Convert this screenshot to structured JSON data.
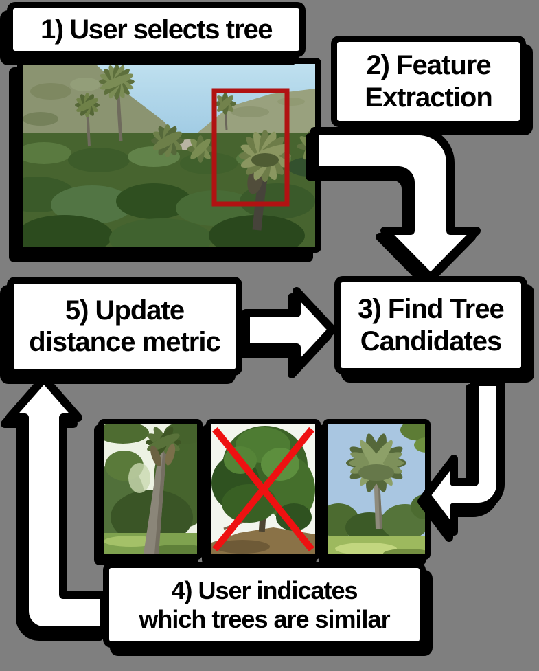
{
  "figure": {
    "background_color": "#7f7f7f",
    "outline_color": "#000000",
    "box_fill_color": "#ffffff",
    "selection_box_color": "#b11212",
    "reject_cross_color": "#ee1111"
  },
  "steps": {
    "step1": {
      "label": "1) User selects tree"
    },
    "step2": {
      "line1": "2) Feature",
      "line2": "Extraction"
    },
    "step3": {
      "line1": "3) Find Tree",
      "line2": "Candidates"
    },
    "step4": {
      "line1": "4) User indicates",
      "line2": "which trees are similar"
    },
    "step5": {
      "line1": "5) Update",
      "line2": "distance metric"
    }
  },
  "arrows": [
    {
      "name": "step2-to-step3",
      "direction": "right-then-down"
    },
    {
      "name": "step5-to-step3",
      "direction": "right"
    },
    {
      "name": "step3-to-candidates",
      "direction": "down-then-left"
    },
    {
      "name": "step4-to-step5",
      "direction": "left-then-up"
    }
  ]
}
